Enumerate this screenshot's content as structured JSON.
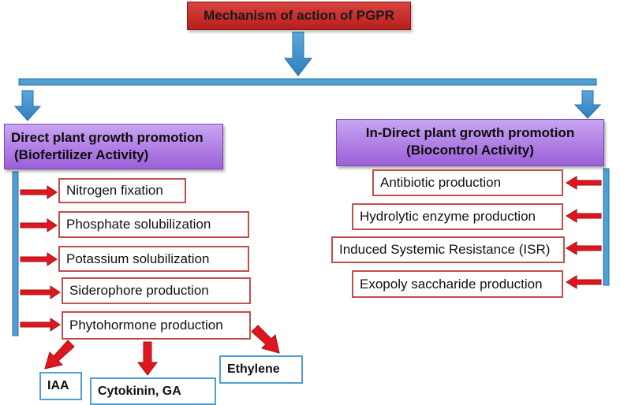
{
  "root": {
    "title": "Mechanism of action of PGPR"
  },
  "direct": {
    "title_line1": "Direct plant growth promotion",
    "title_line2": "(Biofertilizer Activity)",
    "items": [
      "Nitrogen fixation",
      "Phosphate solubilization",
      "Potassium solubilization",
      "Siderophore production",
      "Phytohormone production"
    ],
    "hormones": [
      "IAA",
      "Cytokinin, GA",
      "Ethylene"
    ]
  },
  "indirect": {
    "title_line1": "In-Direct plant growth promotion",
    "title_line2": "(Biocontrol Activity)",
    "items": [
      "Antibiotic production",
      "Hydrolytic enzyme  production",
      "Induced Systemic Resistance (ISR)",
      "Exopoly saccharide production"
    ]
  },
  "colors": {
    "root": "#c0302d",
    "category": "#a672e0",
    "connector_blue": "#4f9fd1",
    "arrow_red": "#e0161f",
    "item_border": "#c0504d"
  }
}
